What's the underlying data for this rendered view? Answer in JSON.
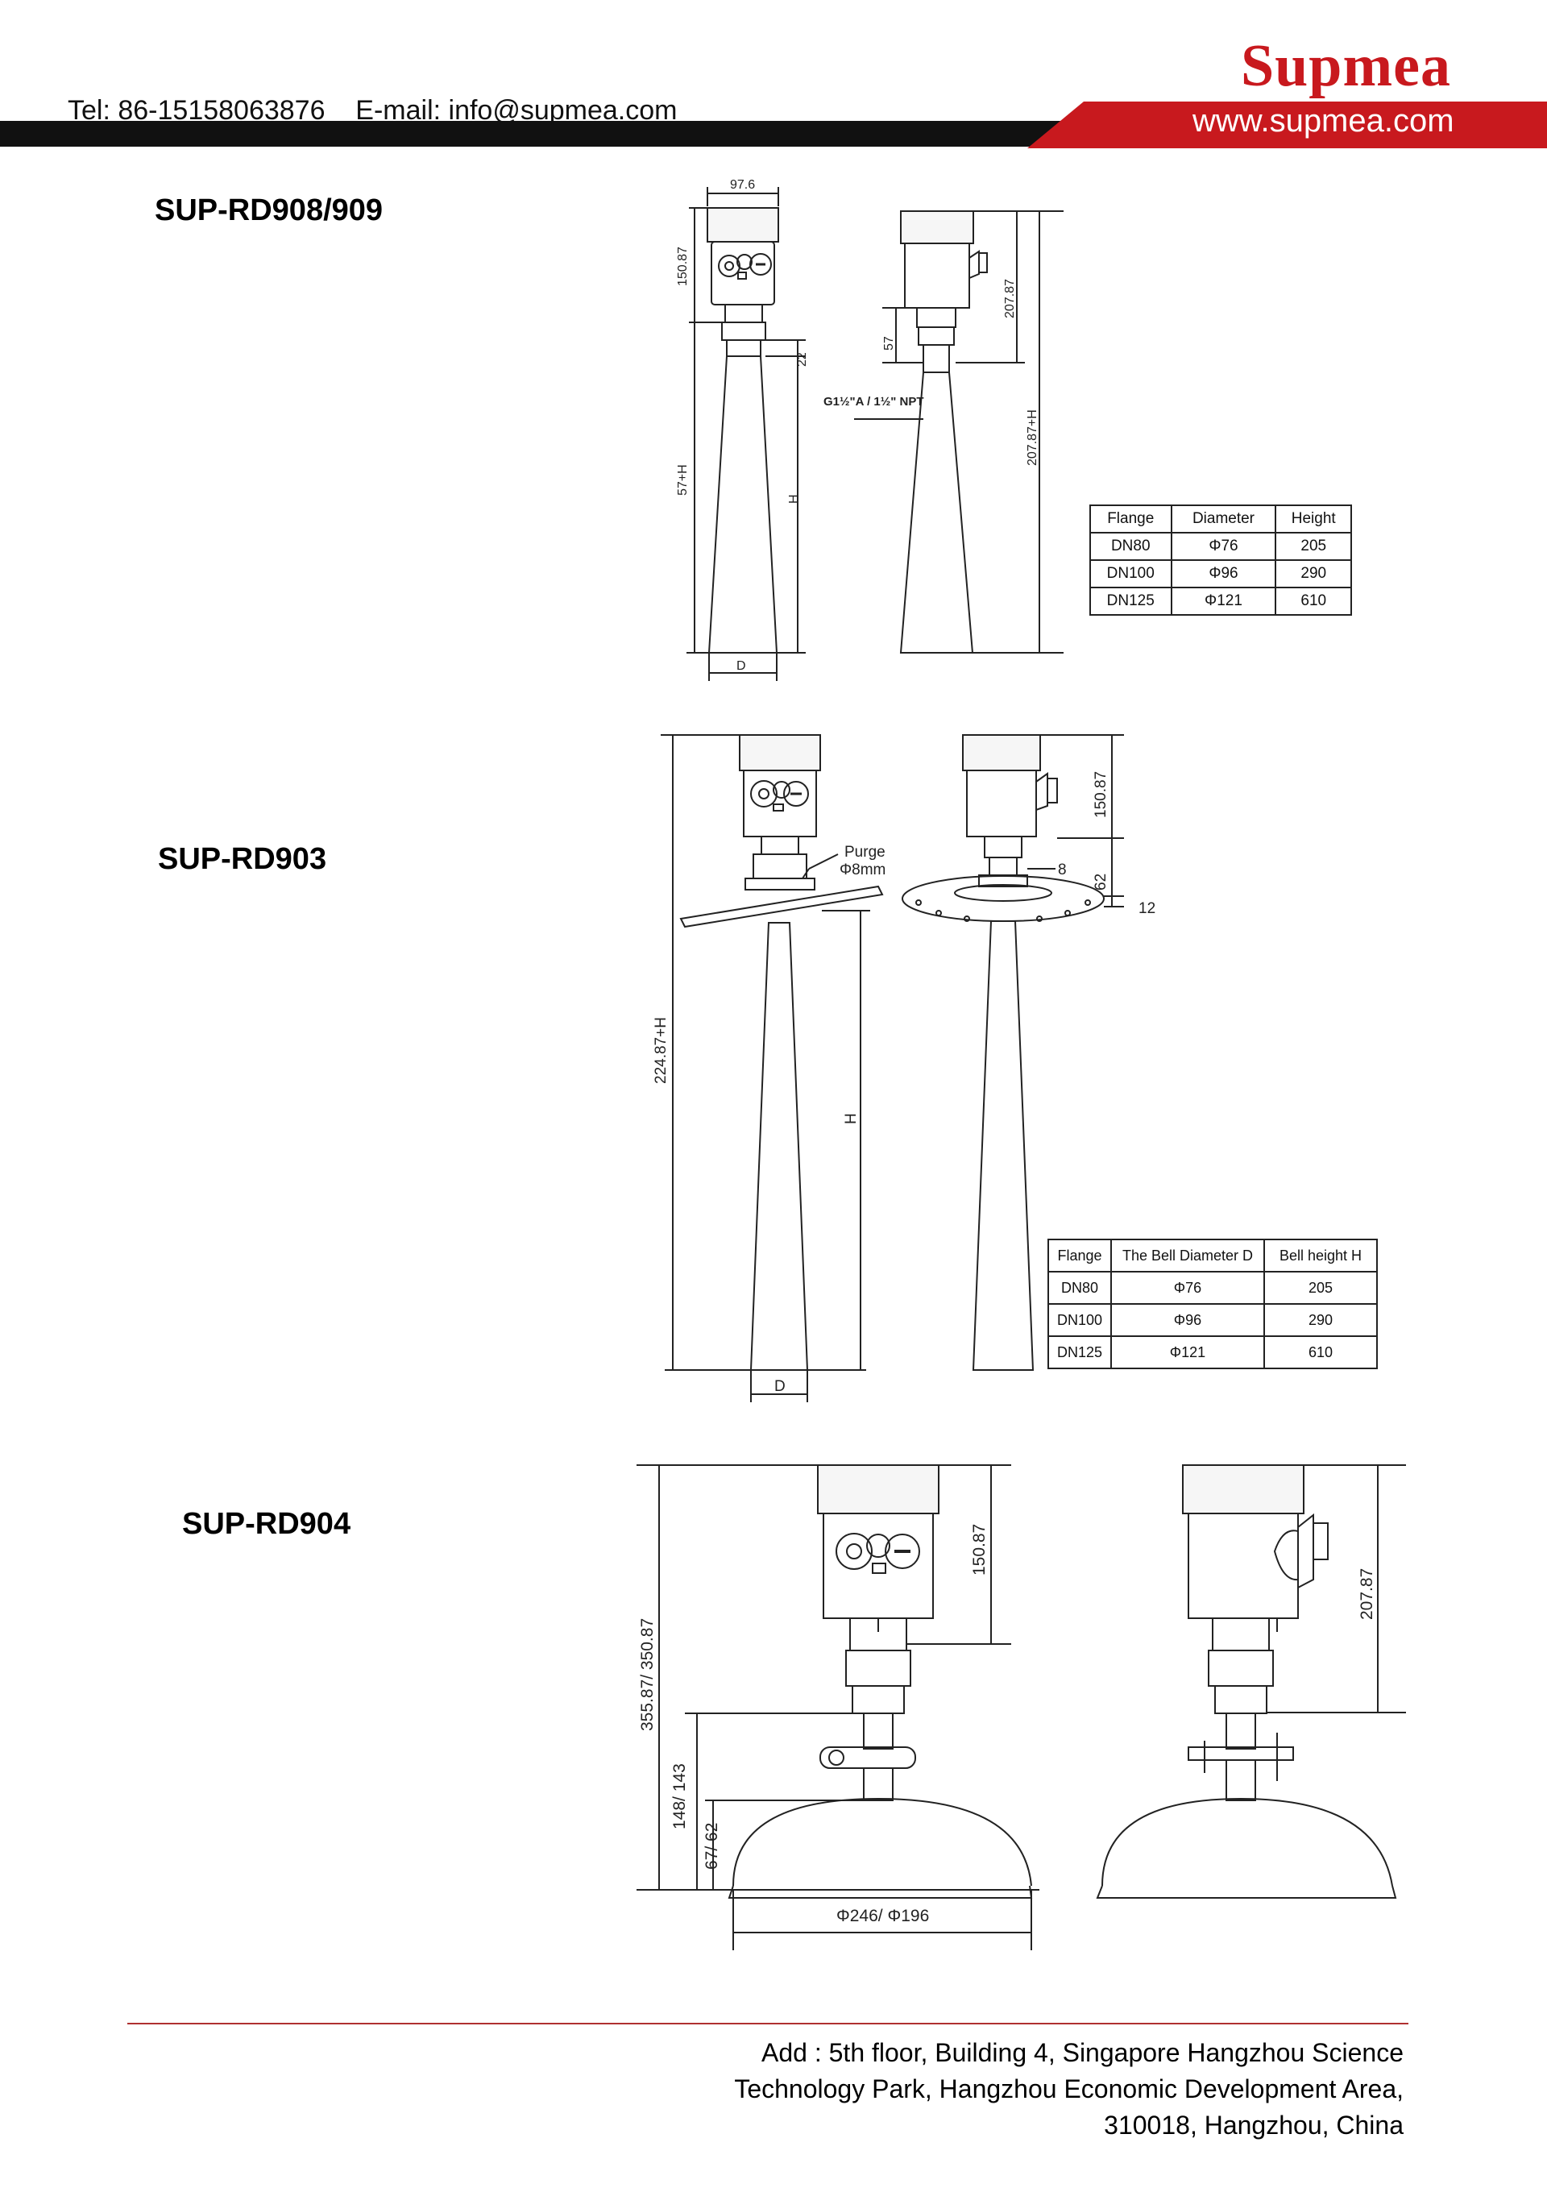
{
  "header": {
    "contact": "Tel: 86-15158063876    E-mail: info@supmea.com",
    "brand": "Supmea",
    "website": "www.supmea.com",
    "accent_color": "#c8191e",
    "bar_color": "#111111"
  },
  "sections": [
    {
      "title": "SUP-RD908/909",
      "dims": {
        "width": "97.6",
        "housing_height": "150.87",
        "thread_height": "22",
        "left_total": "57+H",
        "horn": "H",
        "diameter": "D",
        "side_housing": "207.87",
        "side_neck": "57",
        "thread_spec": "G1½\"A / 1½\" NPT",
        "side_total": "207.87+H"
      },
      "table": {
        "headers": [
          "Flange",
          "Diameter",
          "Height"
        ],
        "rows": [
          [
            "DN80",
            "Φ76",
            "205"
          ],
          [
            "DN100",
            "Φ96",
            "290"
          ],
          [
            "DN125",
            "Φ121",
            "610"
          ]
        ]
      }
    },
    {
      "title": "SUP-RD903",
      "dims": {
        "total": "224.87+H",
        "purge_label": "Purge",
        "purge_size": "Φ8mm",
        "horn": "H",
        "diameter": "D",
        "housing_height": "150.87",
        "neck": "8",
        "flange_offset": "62",
        "flange_thickness": "12"
      },
      "table": {
        "headers": [
          "Flange",
          "The Bell Diameter D",
          "Bell height  H"
        ],
        "rows": [
          [
            "DN80",
            "Φ76",
            "205"
          ],
          [
            "DN100",
            "Φ96",
            "290"
          ],
          [
            "DN125",
            "Φ121",
            "610"
          ]
        ]
      }
    },
    {
      "title": "SUP-RD904",
      "dims": {
        "total": "355.87/ 350.87",
        "housing_height": "150.87",
        "lower_height": "148/ 143",
        "dish_height": "67/ 62",
        "dish_diameter": "Φ246/ Φ196",
        "side_housing": "207.87"
      }
    }
  ],
  "footer": {
    "address_lines": [
      "Add : 5th floor, Building 4, Singapore Hangzhou Science",
      "Technology Park, Hangzhou Economic Development Area,",
      "310018, Hangzhou, China"
    ]
  }
}
